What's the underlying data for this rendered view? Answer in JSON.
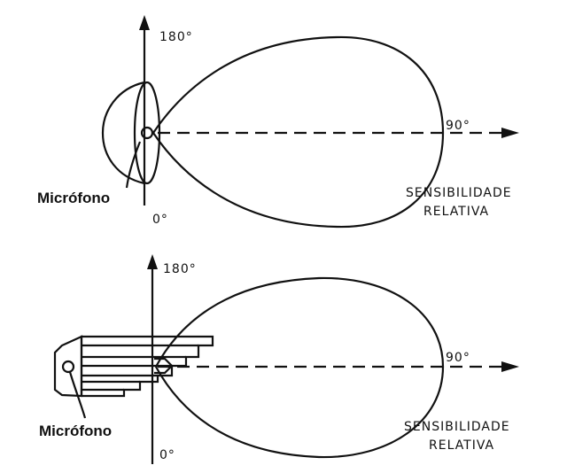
{
  "diagrams": [
    {
      "axis_top_label": "180°",
      "axis_bottom_label": "0°",
      "axis_right_label": "90°",
      "sensitivity_label_line1": "SENSIBILIDADE",
      "sensitivity_label_line2": "RELATIVA",
      "microphone_label": "Micrófono"
    },
    {
      "axis_top_label": "180°",
      "axis_bottom_label": "0°",
      "axis_right_label": "90°",
      "sensitivity_label_line1": "SENSIBILIDADE",
      "sensitivity_label_line2": "RELATIVA",
      "microphone_label": "Micrófono"
    }
  ]
}
